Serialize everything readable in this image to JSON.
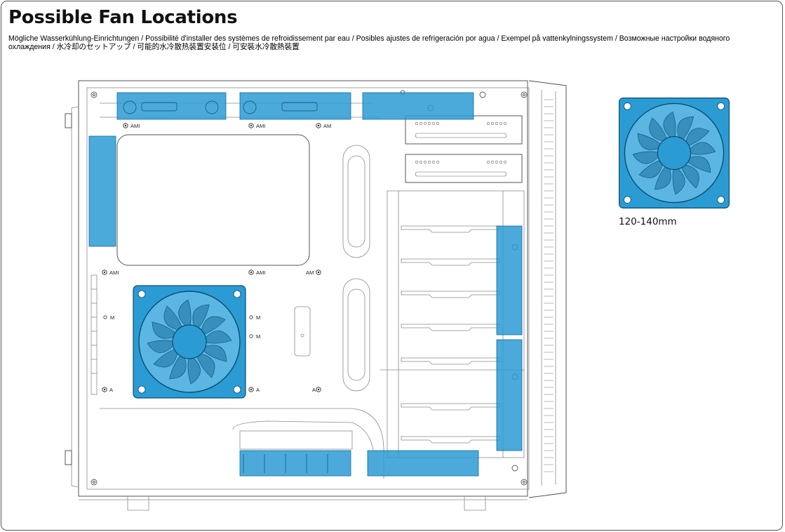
{
  "title": "Possible Fan Locations",
  "subtitle": "Mögliche Wasserkühlung-Einrichtungen / Possibilité d'installer des systèmes de refroidissement par eau / Posibles ajustes de refrigeración por agua / Exempel på vattenkylningssystem / Возможные настройки водяного охлаждения / 水冷却のセットアップ / 可能的水冷散热装置安装位 / 可安裝水冷散熱裝置",
  "fan_size_label": "120-140mm",
  "mount_labels": {
    "ami": "AMI",
    "am": "AM",
    "m": "M",
    "a": "A"
  },
  "colors": {
    "fan_blue": "#2b9bd4",
    "fan_dark": "#1a6f9c",
    "outline": "#555555"
  },
  "icons": [
    "fan-icon",
    "fan-icon",
    "screw-icon"
  ]
}
